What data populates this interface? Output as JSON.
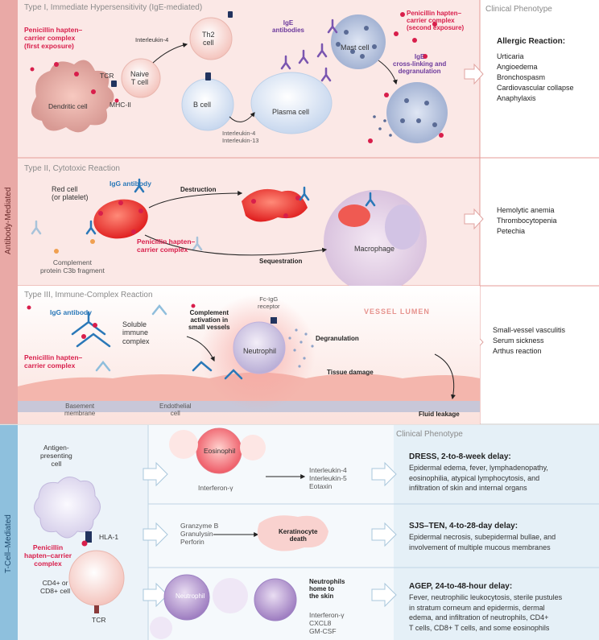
{
  "sections": {
    "antibody_side_label": "Antibody-Mediated",
    "tcell_side_label": "T-Cell–Mediated",
    "type1_title": "Type I, Immediate Hypersensitivity (IgE-mediated)",
    "type2_title": "Type II, Cytotoxic Reaction",
    "type3_title": "Type III, Immune-Complex Reaction",
    "clinical_phenotype_header": "Clinical Phenotype",
    "clinical_phenotype_header_t": "Clinical Phenotype"
  },
  "type1": {
    "hapten_first": [
      "Penicillin hapten–",
      "carrier complex",
      "(first exposure)"
    ],
    "dendritic": "Dendritic cell",
    "tcr": "TCR",
    "mhc": "MHC-II",
    "naive": [
      "Naive",
      "T cell"
    ],
    "il4": "Interleukin-4",
    "th2": [
      "Th2",
      "cell"
    ],
    "bcell": "B cell",
    "plasma": "Plasma cell",
    "il4_13": [
      "Interleukin-4",
      "Interleukin-13"
    ],
    "ige": [
      "IgE",
      "antibodies"
    ],
    "mast": "Mast cell",
    "hapten_second": [
      "Penicillin hapten–",
      "carrier complex",
      "(second exposure)"
    ],
    "crosslink": [
      "IgE",
      "cross-linking and",
      "degranulation"
    ],
    "phenotype_title": "Allergic Reaction:",
    "phenotype": [
      "Urticaria",
      "Angioedema",
      "Bronchospasm",
      "Cardiovascular collapse",
      "Anaphylaxis"
    ]
  },
  "type2": {
    "redcell": [
      "Red cell",
      "(or platelet)"
    ],
    "igg": "IgG antibody",
    "destruction": "Destruction",
    "hapten": [
      "Penicillin hapten–",
      "carrier complex"
    ],
    "complement": [
      "Complement",
      "protein C3b fragment"
    ],
    "sequestration": "Sequestration",
    "macrophage": "Macrophage",
    "phenotype": [
      "Hemolytic anemia",
      "Thrombocytopenia",
      "Petechia"
    ]
  },
  "type3": {
    "igg": "IgG antibody",
    "soluble": [
      "Soluble",
      "immune",
      "complex"
    ],
    "hapten": [
      "Penicillin hapten–",
      "carrier complex"
    ],
    "complement": [
      "Complement",
      "activation in",
      "small vessels"
    ],
    "fcreceptor": [
      "Fc-IgG",
      "receptor"
    ],
    "neutrophil": "Neutrophil",
    "degranulation": "Degranulation",
    "vessel": "VESSEL LUMEN",
    "tissue": "Tissue damage",
    "basement": [
      "Basement",
      "membrane"
    ],
    "endothelial": [
      "Endothelial",
      "cell"
    ],
    "fluid": "Fluid leakage",
    "phenotype": [
      "Small-vessel vasculitis",
      "Serum sickness",
      "Arthus reaction"
    ]
  },
  "tcell": {
    "apc": [
      "Antigen-",
      "presenting",
      "cell"
    ],
    "hla": "HLA-1",
    "hapten": [
      "Penicillin",
      "hapten–carrier",
      "complex"
    ],
    "cd": [
      "CD4+ or",
      "CD8+ cell"
    ],
    "tcr": "TCR",
    "eosinophil": "Eosinophil",
    "ifn1": "Interferon-γ",
    "il_list": [
      "Interleukin-4",
      "Interleukin-5",
      "Eotaxin"
    ],
    "granzyme": [
      "Granzyme B",
      "Granulysin",
      "Perforin"
    ],
    "kerat": [
      "Keratinocyte",
      "death"
    ],
    "neutrophil": "Neutrophil",
    "neut_home": [
      "Neutrophils",
      "home to",
      "the skin"
    ],
    "neut_cyt": [
      "Interferon-γ",
      "CXCL8",
      "GM-CSF"
    ],
    "dress_title": "DRESS, 2-to-8-week delay:",
    "dress": [
      "Epidermal edema, fever, lymphadenopathy,",
      "eosinophilia, atypical lymphocytosis, and",
      "infiltration of skin and internal organs"
    ],
    "sjs_title": "SJS–TEN, 4-to-28-day delay:",
    "sjs": [
      "Epidermal necrosis, subepidermal bullae, and",
      "involvement of multiple mucous membranes"
    ],
    "agep_title": "AGEP, 24-to-48-hour delay:",
    "agep": [
      "Fever, neutrophilic leukocytosis, sterile pustules",
      "in stratum corneum and epidermis, dermal",
      "edema, and infiltration of neutrophils, CD4+",
      "T cells, CD8+ T cells, and some eosinophils"
    ]
  },
  "colors": {
    "antibody_bg": "#fbe8e6",
    "tcell_bg": "#e5f0f7",
    "hapten": "#d81e4b",
    "igg": "#2a78b8",
    "ige": "#6c3a9c"
  }
}
